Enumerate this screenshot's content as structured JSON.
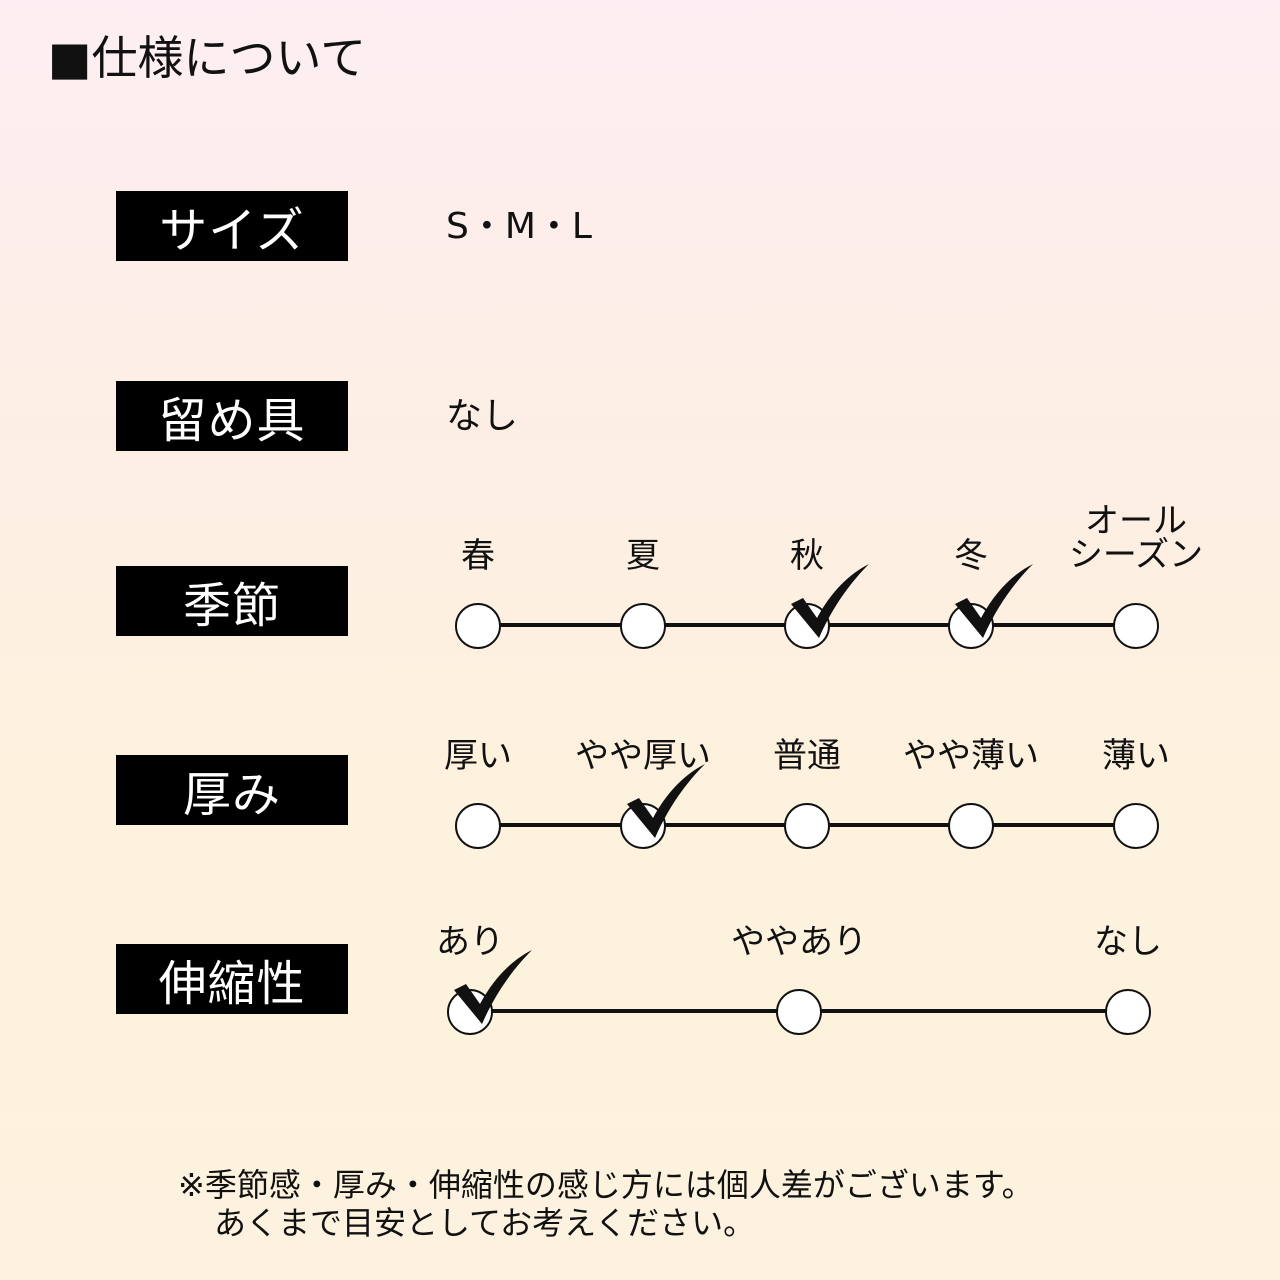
{
  "title": "■仕様について",
  "specs": {
    "size": {
      "label": "サイズ",
      "value": "S・M・L"
    },
    "fastener": {
      "label": "留め具",
      "value": "なし"
    },
    "season": {
      "label": "季節",
      "options": [
        "春",
        "夏",
        "秋",
        "冬",
        "オール\nシーズン"
      ],
      "checked": [
        2,
        3
      ]
    },
    "thickness": {
      "label": "厚み",
      "options": [
        "厚い",
        "やや厚い",
        "普通",
        "やや薄い",
        "薄い"
      ],
      "checked": [
        1
      ]
    },
    "stretch": {
      "label": "伸縮性",
      "options": [
        "あり",
        "ややあり",
        "なし"
      ],
      "checked": [
        0
      ]
    }
  },
  "note": {
    "line1": "※季節感・厚み・伸縮性の感じ方には個人差がございます。",
    "line2": "あくまで目安としてお考えください。"
  },
  "icons": {
    "check": "check-mark-icon",
    "dot": "radio-circle"
  }
}
